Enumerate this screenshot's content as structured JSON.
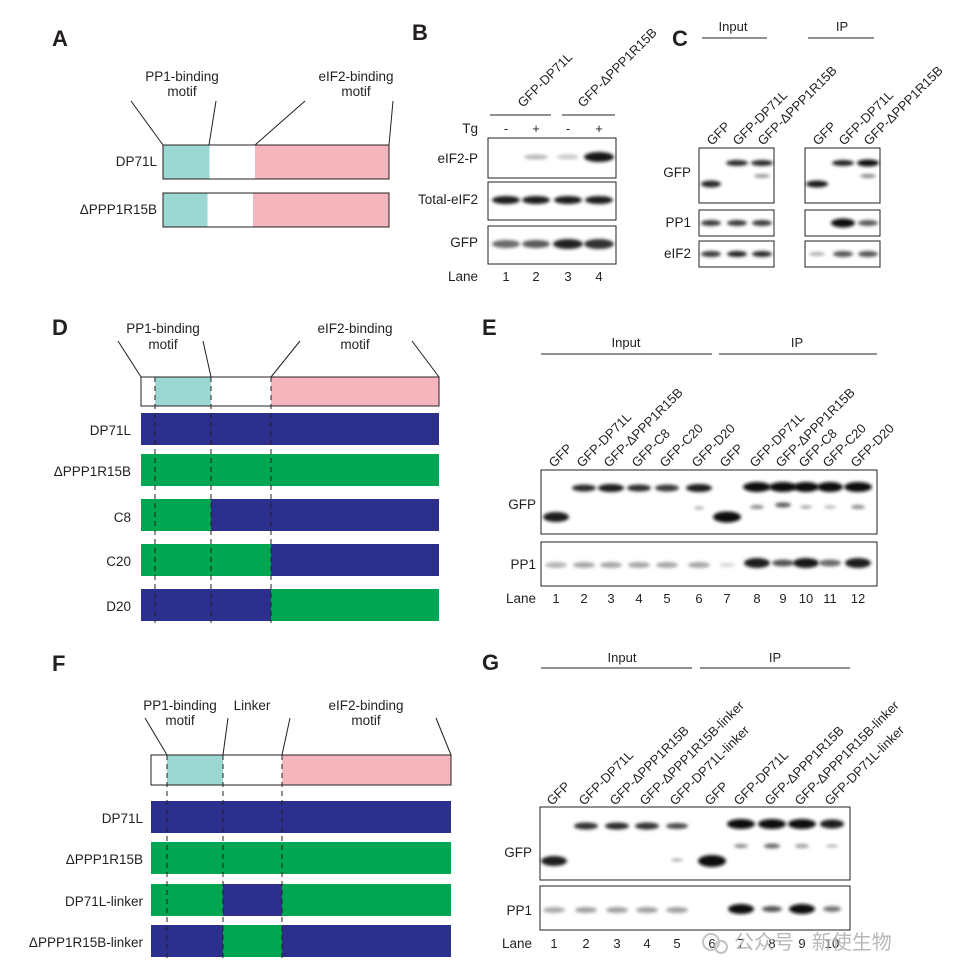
{
  "colors": {
    "pp1_motif": "#9dd7d4",
    "eif2_motif": "#f4b6bc",
    "dp71l_region": "#2c2f8c",
    "ppp1r15b_region": "#00a651",
    "outline": "#231f20"
  },
  "panels": {
    "A": {
      "label": "A",
      "pp1_motif": "PP1-binding\nmotif",
      "eif2_motif": "eIF2-binding\nmotif",
      "rows": [
        "DP71L",
        "ΔPPP1R15B"
      ]
    },
    "B": {
      "label": "B",
      "columns": [
        "GFP-DP71L",
        "GFP-ΔPPP1R15B"
      ],
      "tg_label": "Tg",
      "tg": [
        "-",
        "+",
        "-",
        "+"
      ],
      "blots": [
        "eIF2-P",
        "Total-eIF2",
        "GFP"
      ],
      "lane_label": "Lane",
      "lanes": [
        "1",
        "2",
        "3",
        "4"
      ]
    },
    "C": {
      "label": "C",
      "groups": [
        "Input",
        "IP"
      ],
      "columns": [
        "GFP",
        "GFP-DP71L",
        "GFP-ΔPPP1R15B"
      ],
      "blots": [
        "GFP",
        "PP1",
        "eIF2"
      ]
    },
    "D": {
      "label": "D",
      "pp1_motif": "PP1-binding\nmotif",
      "eif2_motif": "eIF2-binding\nmotif",
      "rows": [
        "DP71L",
        "ΔPPP1R15B",
        "C8",
        "C20",
        "D20"
      ]
    },
    "E": {
      "label": "E",
      "groups": [
        "Input",
        "IP"
      ],
      "columns": [
        "GFP",
        "GFP-DP71L",
        "GFP-ΔPPP1R15B",
        "GFP-C8",
        "GFP-C20",
        "GFP-D20"
      ],
      "blots": [
        "GFP",
        "PP1"
      ],
      "lane_label": "Lane",
      "lanes": [
        "1",
        "2",
        "3",
        "4",
        "5",
        "6",
        "7",
        "8",
        "9",
        "10",
        "11",
        "12"
      ]
    },
    "F": {
      "label": "F",
      "pp1_motif": "PP1-binding\nmotif",
      "linker": "Linker",
      "eif2_motif": "eIF2-binding\nmotif",
      "rows": [
        "DP71L",
        "ΔPPP1R15B",
        "DP71L-linker",
        "ΔPPP1R15B-linker"
      ]
    },
    "G": {
      "label": "G",
      "groups": [
        "Input",
        "IP"
      ],
      "columns": [
        "GFP",
        "GFP-DP71L",
        "GFP-ΔPPP1R15B",
        "GFP-ΔPPP1R15B-linker",
        "GFP-DP71L-linker"
      ],
      "blots": [
        "GFP",
        "PP1"
      ],
      "lane_label": "Lane",
      "lanes": [
        "1",
        "2",
        "3",
        "4",
        "5",
        "6",
        "7",
        "8",
        "9",
        "10"
      ]
    }
  },
  "watermark": "公众号 · 新使生物"
}
